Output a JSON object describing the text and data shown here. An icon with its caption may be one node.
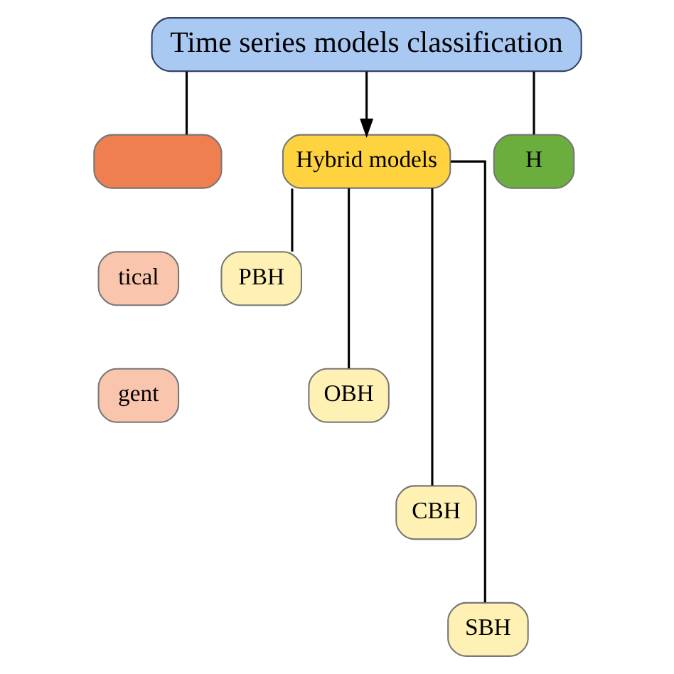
{
  "diagram": {
    "nodes": [
      {
        "text": [
          "Time series models classification"
        ]
      },
      {
        "text": [],
        "shape": "box"
      },
      {
        "text": [
          "Hybrid models"
        ]
      },
      {
        "text": [
          "H"
        ]
      },
      {
        "text": [
          "tical"
        ]
      },
      {
        "text": [
          "gent"
        ]
      },
      {
        "text": [
          "PBH"
        ]
      },
      {
        "text": [
          "OBH"
        ]
      },
      {
        "text": [
          "CBH"
        ]
      },
      {
        "text": [
          "SBH"
        ]
      }
    ],
    "edges": [
      {
        "from": 0,
        "to": 1,
        "arrow": "none"
      },
      {
        "from": 0,
        "to": 2,
        "arrow": "to"
      },
      {
        "from": 0,
        "to": 3,
        "arrow": "none"
      },
      {
        "from": 2,
        "to": 6,
        "arrow": "none"
      },
      {
        "from": 2,
        "to": 7,
        "arrow": "none"
      },
      {
        "from": 2,
        "to": 8,
        "arrow": "none"
      },
      {
        "from": 2,
        "to": 9,
        "arrow": "none"
      }
    ]
  }
}
